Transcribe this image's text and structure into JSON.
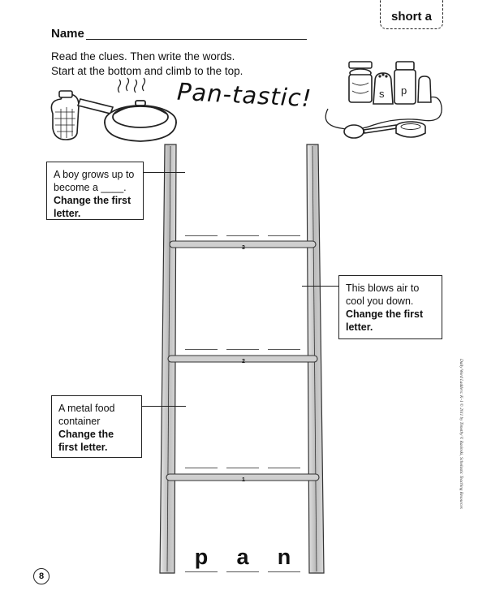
{
  "header": {
    "tag_label": "short a",
    "name_label": "Name"
  },
  "instructions": {
    "line1": "Read the clues. Then write the words.",
    "line2": "Start at the bottom and climb to the top."
  },
  "title": "Pan-tastic!",
  "illustration": {
    "jar_labels": [
      "s",
      "p"
    ]
  },
  "clues": [
    {
      "text": "A boy grows up to become a ____.",
      "instruction": "Change the first letter."
    },
    {
      "text": "This blows air to cool you down.",
      "instruction": "Change the first letter."
    },
    {
      "text": "A metal food container",
      "instruction": "Change the first letter."
    }
  ],
  "rungs": [
    "3",
    "2",
    "1"
  ],
  "start_word": [
    "p",
    "a",
    "n"
  ],
  "page_number": "8",
  "credit": "Daily Word Ladders: K–1 © 2011 by Timothy V. Rasinski, Scholastic Teaching Resources"
}
